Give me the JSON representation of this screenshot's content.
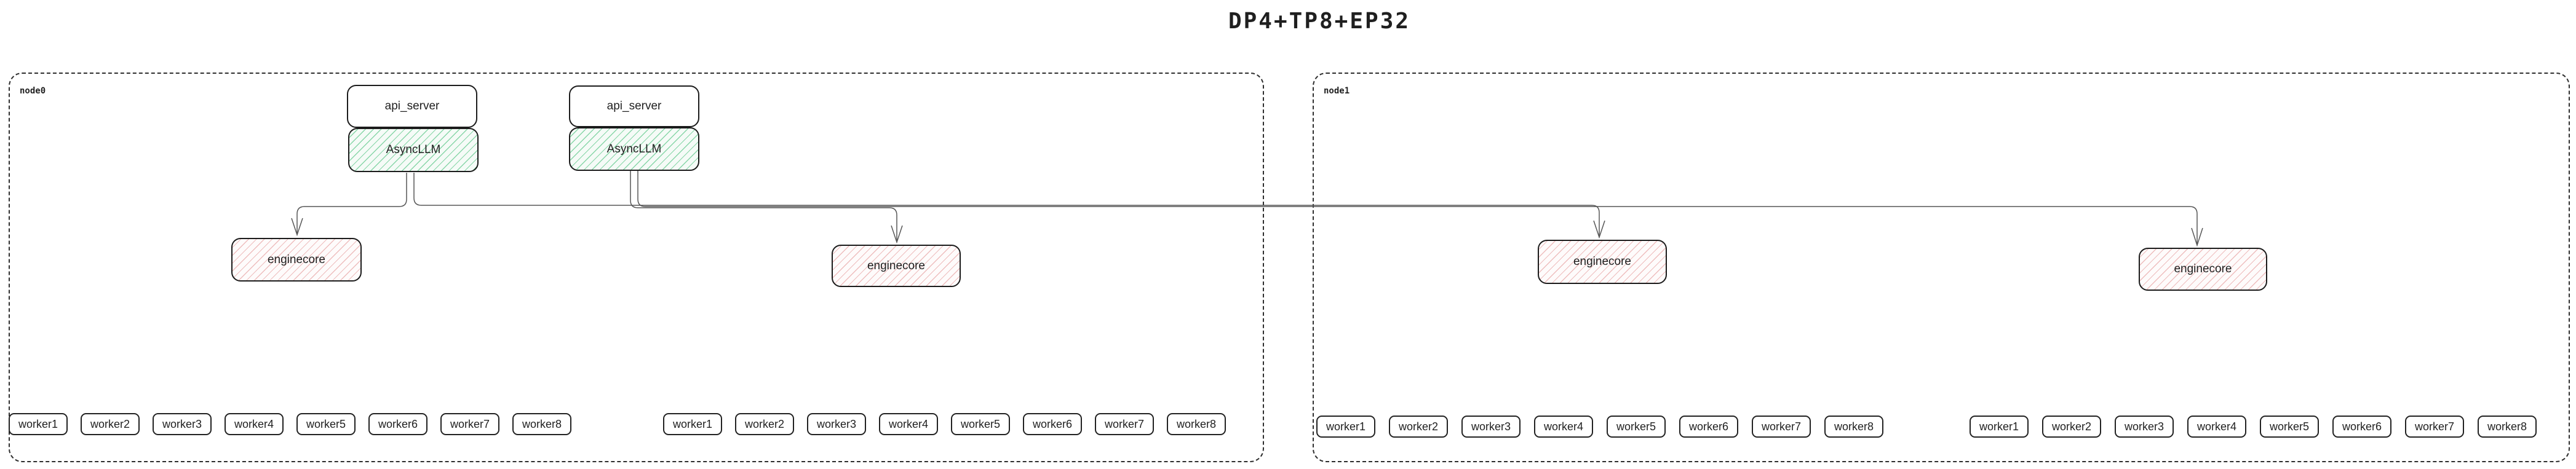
{
  "title": "DP4+TP8+EP32",
  "nodes": [
    {
      "label": "node0"
    },
    {
      "label": "node1"
    }
  ],
  "stacks": [
    {
      "api": "api_server",
      "llm": "AsyncLLM"
    },
    {
      "api": "api_server",
      "llm": "AsyncLLM"
    }
  ],
  "enginecores": [
    "enginecore",
    "enginecore",
    "enginecore",
    "enginecore"
  ],
  "workers": {
    "g0": [
      "worker1",
      "worker2",
      "worker3",
      "worker4",
      "worker5",
      "worker6",
      "worker7",
      "worker8"
    ],
    "g1": [
      "worker1",
      "worker2",
      "worker3",
      "worker4",
      "worker5",
      "worker6",
      "worker7",
      "worker8"
    ],
    "g2": [
      "worker1",
      "worker2",
      "worker3",
      "worker4",
      "worker5",
      "worker6",
      "worker7",
      "worker8"
    ],
    "g3": [
      "worker1",
      "worker2",
      "worker3",
      "worker4",
      "worker5",
      "worker6",
      "worker7",
      "worker8"
    ]
  },
  "edges": [
    {
      "from": "AsyncLLM-1",
      "to": "enginecore-1"
    },
    {
      "from": "AsyncLLM-1",
      "to": "enginecore-3"
    },
    {
      "from": "AsyncLLM-2",
      "to": "enginecore-2"
    },
    {
      "from": "AsyncLLM-2",
      "to": "enginecore-4"
    }
  ],
  "colors": {
    "background": "#ffffff",
    "box_border": "#1b1b1b",
    "node_dash_border": "#2e2e2e",
    "green_hatch": "#63c98d",
    "red_hatch": "#e49494",
    "connector": "#565656"
  }
}
